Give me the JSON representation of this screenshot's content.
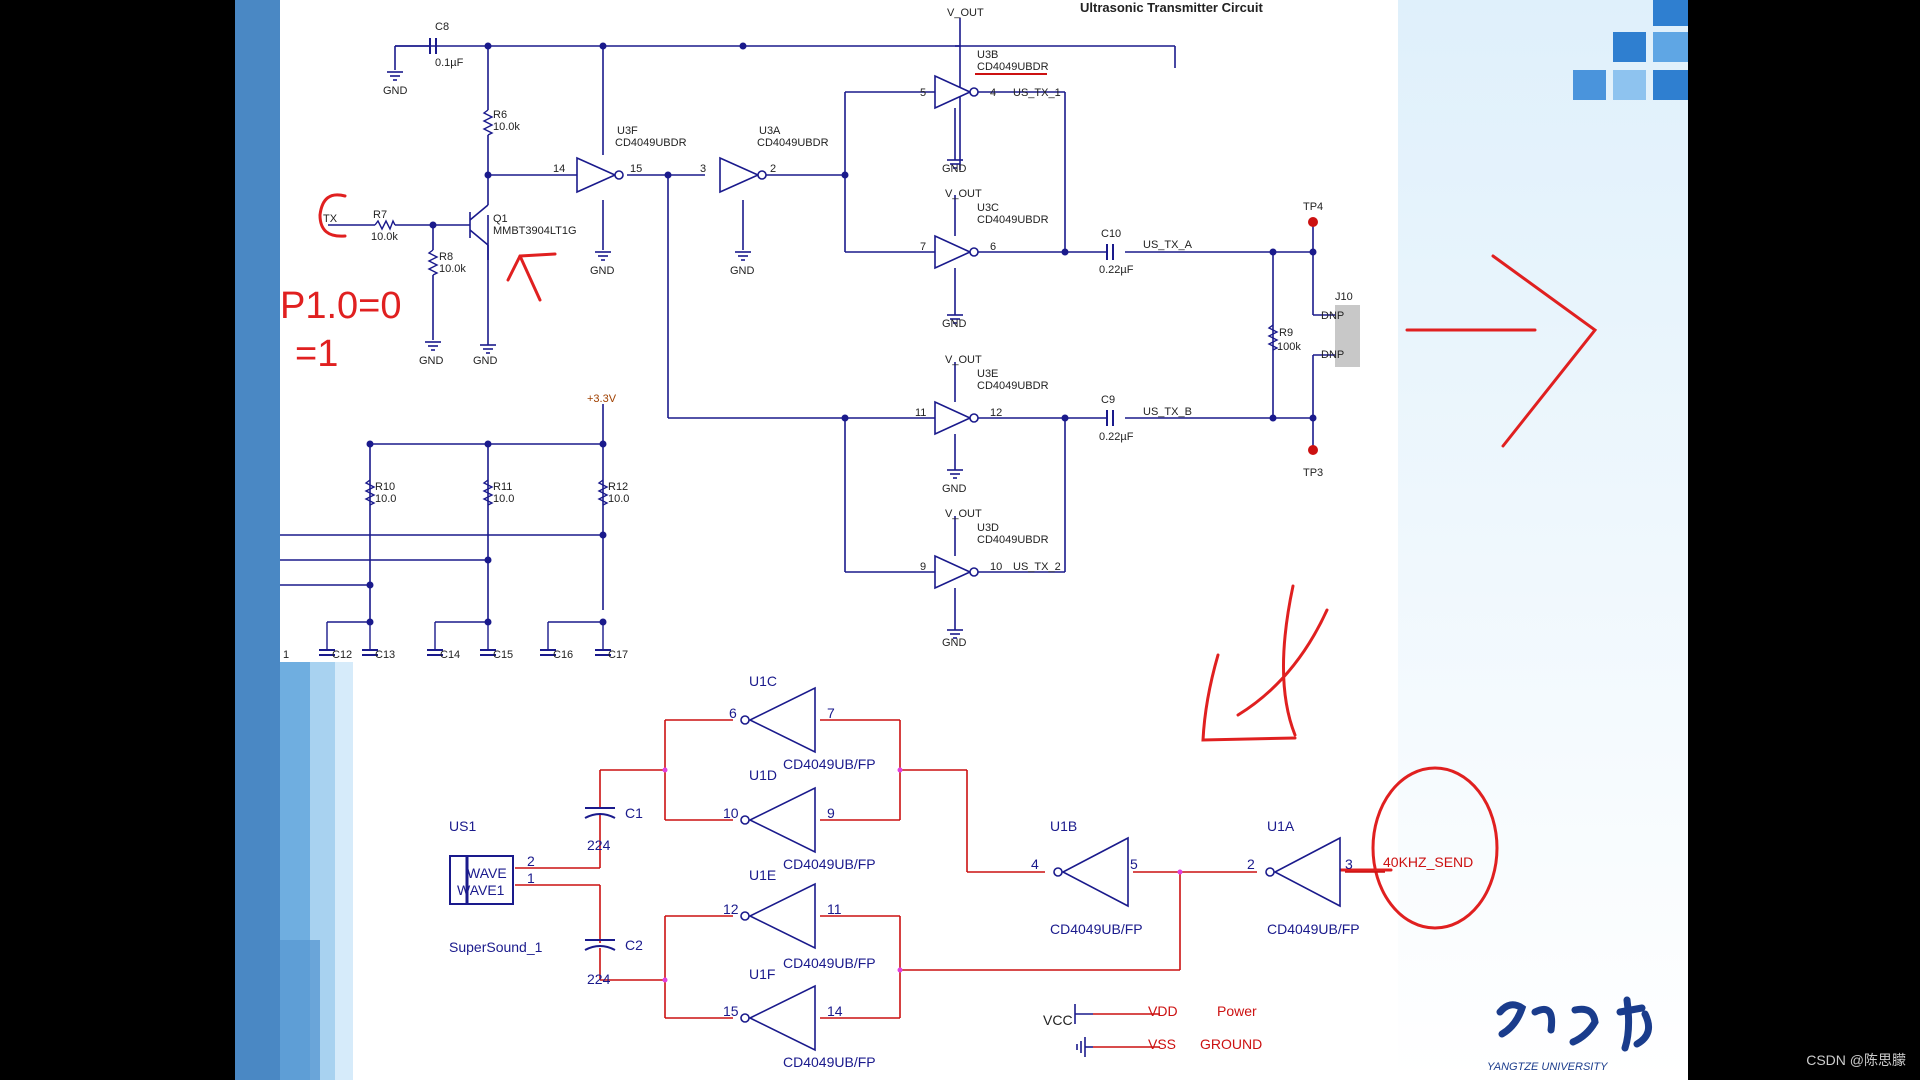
{
  "slide_title": "Ultrasonic Transmitter Circuit",
  "top": {
    "v_out": "V_OUT",
    "gnd": "GND",
    "c8": {
      "name": "C8",
      "value": "0.1µF"
    },
    "r6": {
      "name": "R6",
      "value": "10.0k"
    },
    "r7": {
      "name": "R7",
      "value": "10.0k"
    },
    "r8": {
      "name": "R8",
      "value": "10.0k"
    },
    "r9": {
      "name": "R9",
      "value": "100k"
    },
    "tx": "TX",
    "q1": {
      "name": "Q1",
      "part": "MMBT3904LT1G"
    },
    "u3f": {
      "name": "U3F",
      "part": "CD4049UBDR",
      "pin_in": "14",
      "pin_out": "15"
    },
    "u3a": {
      "name": "U3A",
      "part": "CD4049UBDR",
      "pin_in": "3",
      "pin_out": "2"
    },
    "u3b": {
      "name": "U3B",
      "part": "CD4049UBDR",
      "pin_in": "5",
      "pin_out": "4",
      "net": "US_TX_1"
    },
    "u3c": {
      "name": "U3C",
      "part": "CD4049UBDR",
      "pin_in": "7",
      "pin_out": "6"
    },
    "u3e": {
      "name": "U3E",
      "part": "CD4049UBDR",
      "pin_in": "11",
      "pin_out": "12"
    },
    "u3d": {
      "name": "U3D",
      "part": "CD4049UBDR",
      "pin_in": "9",
      "pin_out": "10",
      "net": "US_TX_2"
    },
    "c10": {
      "name": "C10",
      "value": "0.22µF"
    },
    "c9": {
      "name": "C9",
      "value": "0.22µF"
    },
    "us_tx_a": "US_TX_A",
    "us_tx_b": "US_TX_B",
    "tp4": "TP4",
    "tp3": "TP3",
    "j10": "J10",
    "dnp": "DNP",
    "v33": "+3.3V",
    "r10": {
      "name": "R10",
      "value": "10.0"
    },
    "r11": {
      "name": "R11",
      "value": "10.0"
    },
    "r12": {
      "name": "R12",
      "value": "10.0"
    },
    "caps": [
      "C12",
      "C13",
      "C14",
      "C15",
      "C16",
      "C17"
    ],
    "left_pin": "1"
  },
  "annotations": {
    "left_note_1": "P1.0=0",
    "left_note_2": "=1"
  },
  "bottom": {
    "us1": "US1",
    "wave": "WAVE",
    "wave1": "WAVE1",
    "supersound": "SuperSound_1",
    "c1": {
      "name": "C1",
      "value": "224"
    },
    "c2": {
      "name": "C2",
      "value": "224"
    },
    "us1_pin2": "2",
    "us1_pin1": "1",
    "part": "CD4049UB/FP",
    "u1c": {
      "name": "U1C",
      "pin_in": "6",
      "pin_out": "7"
    },
    "u1d": {
      "name": "U1D",
      "pin_in": "10",
      "pin_out": "9"
    },
    "u1e": {
      "name": "U1E",
      "pin_in": "12",
      "pin_out": "11"
    },
    "u1f": {
      "name": "U1F",
      "pin_in": "15",
      "pin_out": "14"
    },
    "u1b": {
      "name": "U1B",
      "pin_in": "4",
      "pin_out": "5"
    },
    "u1a": {
      "name": "U1A",
      "pin_in": "2",
      "pin_out": "3"
    },
    "signal": "40KHZ_SEND",
    "vcc": "VCC",
    "vdd": "VDD",
    "power": "Power",
    "vss": "VSS",
    "ground": "GROUND"
  },
  "logo": {
    "sub": "YANGTZE  UNIVERSITY"
  },
  "watermark": "CSDN @陈思朦",
  "colors": {
    "wire": "#1a1a8c",
    "red_wire": "#cc1111",
    "annotation": "#e02020",
    "accent_blue": "#2f7fd0"
  }
}
